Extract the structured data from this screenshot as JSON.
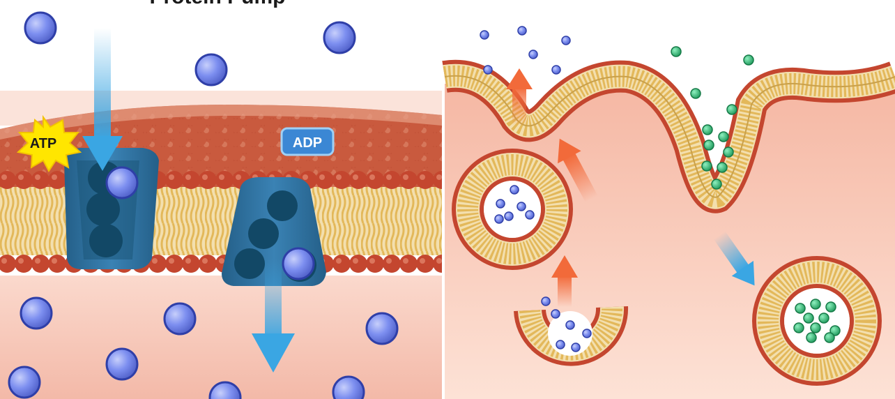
{
  "title": "Protein Pump",
  "labels": {
    "atp": "ATP",
    "adp": "ADP"
  },
  "colors": {
    "background": "#ffffff",
    "divider": "#ffffff",
    "cytoplasm": "#f7c9bd",
    "phospholipid_head": "#c4462f",
    "phospholipid_tail": "#e8c46a",
    "pump_protein": "#2f6f9e",
    "pump_protein_dark": "#124866",
    "particle_blue": "#6b7fe6",
    "particle_green": "#2aaa6a",
    "arrow_blue": "#3aa6e3",
    "arrow_orange": "#f26a3a",
    "atp_burst": "#ffe600",
    "adp_badge": "#3b87d4"
  },
  "icons": [
    "protein-pump-icon",
    "atp-burst-icon",
    "adp-badge-icon",
    "vesicle-icon"
  ]
}
